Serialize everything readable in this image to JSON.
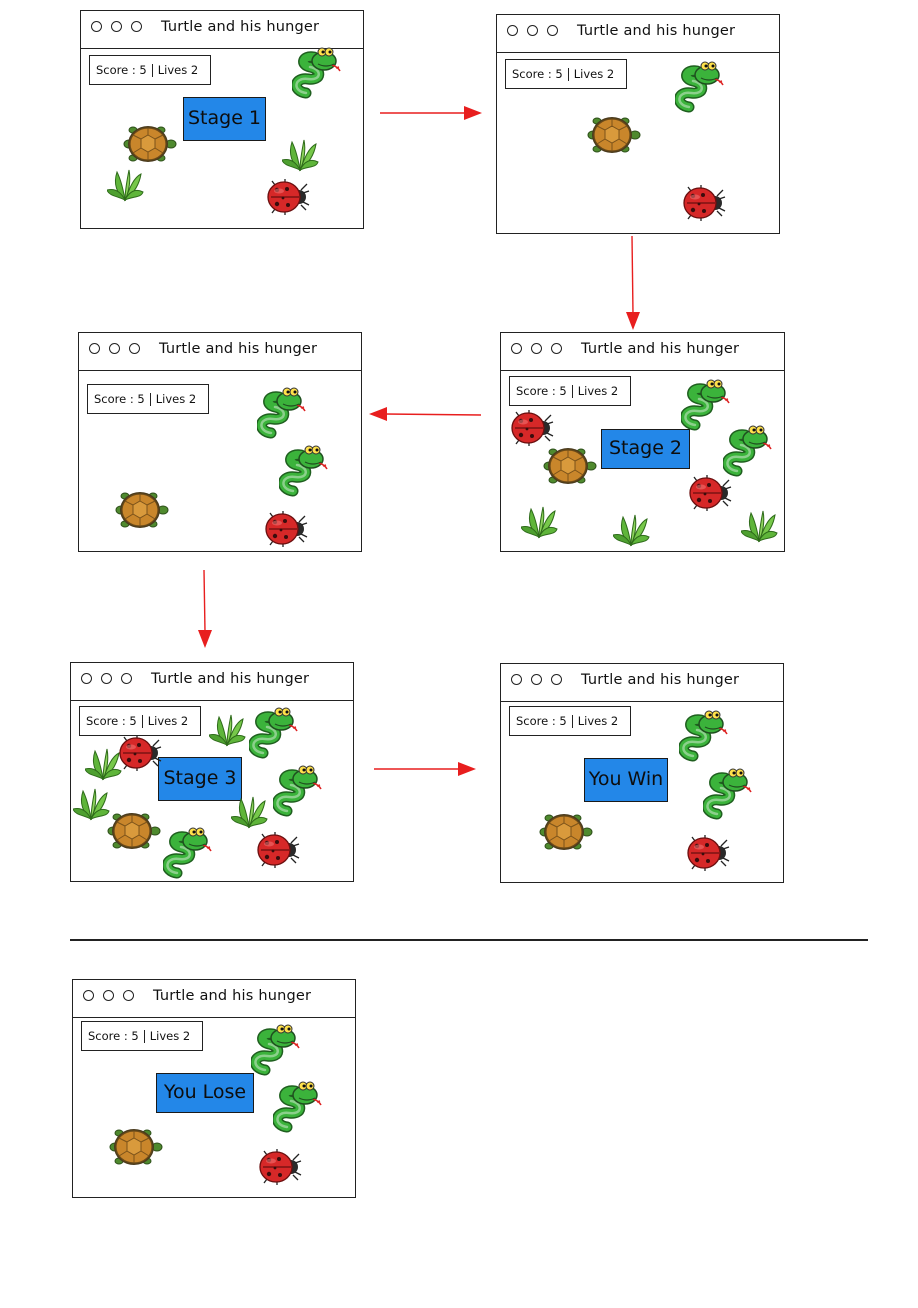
{
  "app_title": "Turtle and his hunger",
  "hud": {
    "score_label": "Score",
    "score_sep": ":",
    "score_value": "5",
    "lives_label": "Lives",
    "lives_value": "2"
  },
  "banners": {
    "stage1": "Stage 1",
    "stage2": "Stage 2",
    "stage3": "Stage 3",
    "win": "You Win",
    "lose": "You Lose"
  },
  "colors": {
    "banner": "#2387e8",
    "arrow": "#e81e1e",
    "snake": "#3bb33b",
    "ladybug": "#d62828",
    "turtle_shell": "#c9862b",
    "leaf": "#5fb53a"
  },
  "sprites": [
    "snake-sprite",
    "turtle-sprite",
    "ladybug-sprite",
    "leaf-sprite"
  ]
}
